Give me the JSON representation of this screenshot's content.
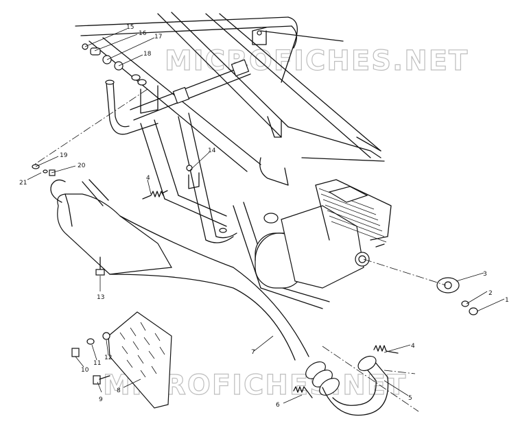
{
  "watermark": {
    "top": "MICROFICHES.NET",
    "bottom": "MICROFICHES.NET"
  },
  "callouts": [
    "1",
    "2",
    "3",
    "4",
    "4",
    "5",
    "6",
    "7",
    "8",
    "9",
    "10",
    "11",
    "12",
    "13",
    "14",
    "15",
    "16",
    "17",
    "18",
    "19",
    "20",
    "21"
  ]
}
